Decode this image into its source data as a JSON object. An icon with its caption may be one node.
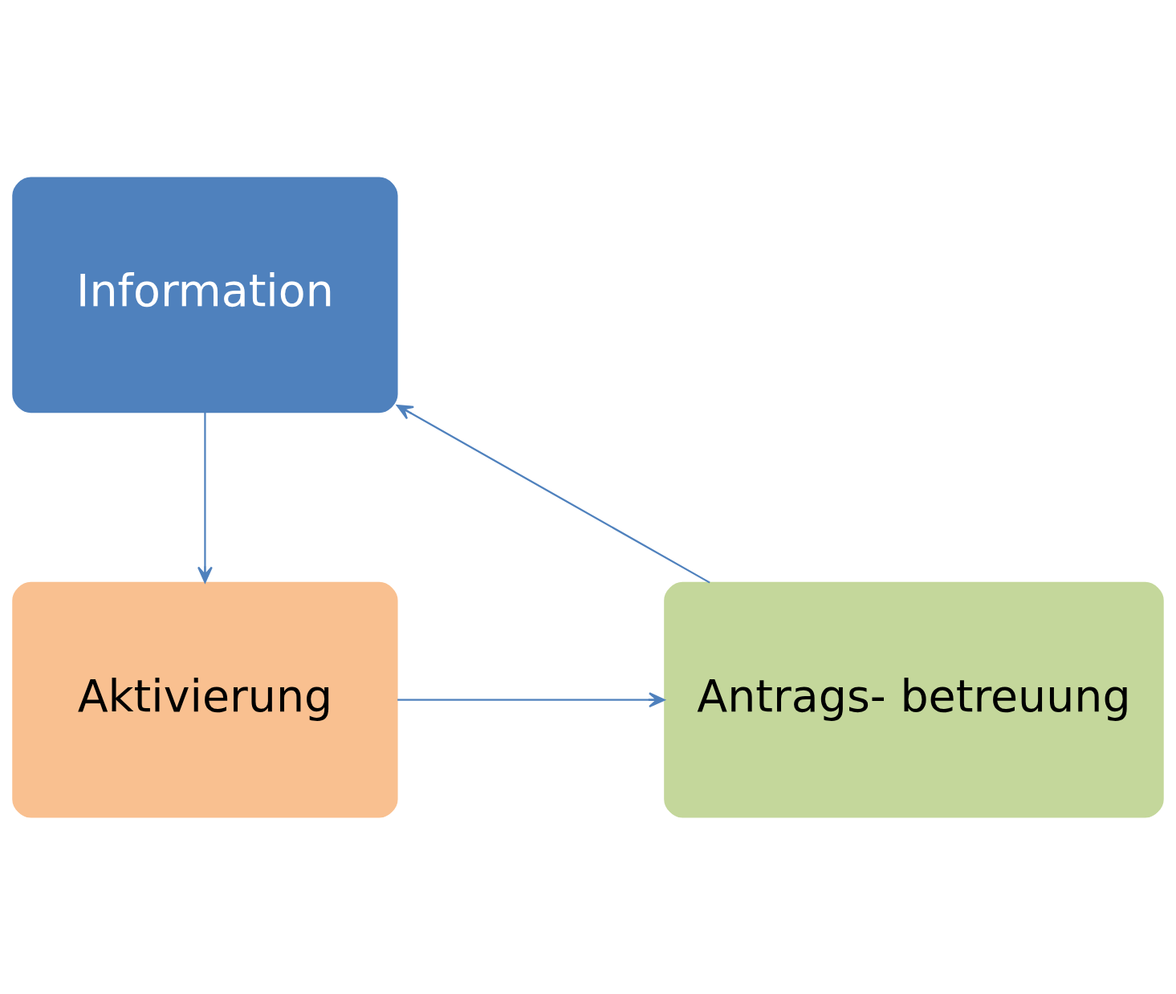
{
  "diagram": {
    "nodes": [
      {
        "text": [
          "Information"
        ]
      },
      {
        "text": [
          "Aktivierung"
        ]
      },
      {
        "text": [
          "Antrags- betreuung"
        ]
      }
    ],
    "edges": [
      {
        "from": 0,
        "to": 1,
        "arrow": "to"
      },
      {
        "from": 1,
        "to": 2,
        "arrow": "to"
      },
      {
        "from": 2,
        "to": 0,
        "arrow": "to"
      }
    ]
  }
}
